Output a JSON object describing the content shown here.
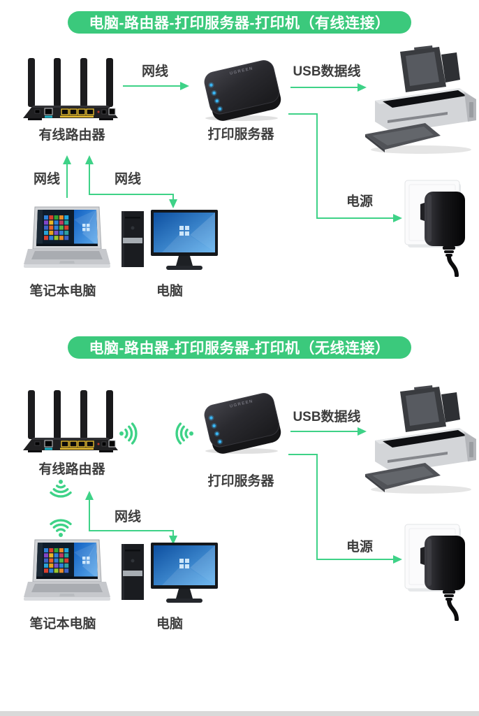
{
  "colors": {
    "banner_green": "#3bc97c",
    "arrow_green": "#3ed287",
    "label_dark": "#3d3d3d",
    "led_blue": "#3ab6f5",
    "page_bg": "#ffffff",
    "bottom_strip": "#d9d9d9"
  },
  "sections": [
    {
      "title": "电脑-路由器-打印服务器-打印机（有线连接）",
      "connection_type": "wired",
      "devices": {
        "router": "有线路由器",
        "print_server": "打印服务器",
        "print_server_brand": "UGREEN",
        "laptop": "笔记本电脑",
        "desktop": "电脑"
      },
      "links": {
        "router_to_server": "网线",
        "server_to_printer": "USB数据线",
        "server_to_power": "电源",
        "laptop_to_router": "网线",
        "desktop_to_router": "网线"
      }
    },
    {
      "title": "电脑-路由器-打印服务器-打印机（无线连接）",
      "connection_type": "wireless",
      "devices": {
        "router": "有线路由器",
        "print_server": "打印服务器",
        "print_server_brand": "UGREEN",
        "laptop": "笔记本电脑",
        "desktop": "电脑"
      },
      "links": {
        "server_to_printer": "USB数据线",
        "server_to_power": "电源",
        "desktop_to_router": "网线"
      }
    }
  ]
}
